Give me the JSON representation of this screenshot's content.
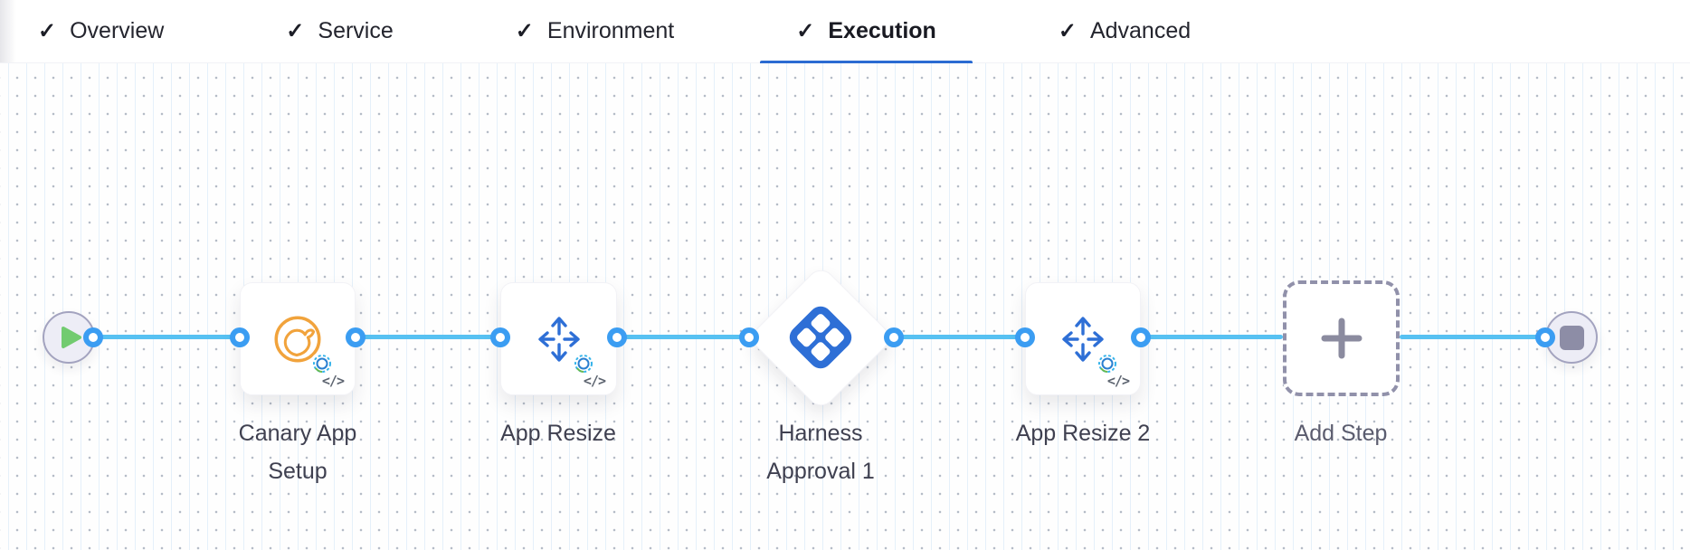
{
  "tab_bar": {
    "check_glyph": "✓",
    "tabs": [
      {
        "label": "Overview"
      },
      {
        "label": "Service"
      },
      {
        "label": "Environment"
      },
      {
        "label": "Execution"
      },
      {
        "label": "Advanced"
      }
    ],
    "active_tab": "Execution",
    "active_underline_color": "#2b6bd2"
  },
  "canvas": {
    "start_node": {
      "icon": "play-icon"
    },
    "end_node": {
      "icon": "stop-icon"
    },
    "steps": [
      {
        "label": "Canary App Setup",
        "icon": "canary-bird-icon",
        "code_badge": "</>"
      },
      {
        "label": "App Resize",
        "icon": "resize-arrows-icon",
        "code_badge": "</>"
      },
      {
        "label": "Harness Approval 1",
        "icon": "harness-approval-icon"
      },
      {
        "label": "App Resize 2",
        "icon": "resize-arrows-icon",
        "code_badge": "</>"
      },
      {
        "label": "Add Step",
        "icon": "plus-icon"
      }
    ],
    "colors": {
      "connector_line": "#57c1f2",
      "connector_ring": "#3b9df2",
      "step_label": "#3f4050",
      "canary_icon": "#f1a33c",
      "resize_icon": "#2e6fd6",
      "approval_icon": "#2e6fd6",
      "play_icon": "#72cb70",
      "stop_icon": "#8d8da6",
      "dashed_border": "#9191aa"
    }
  }
}
